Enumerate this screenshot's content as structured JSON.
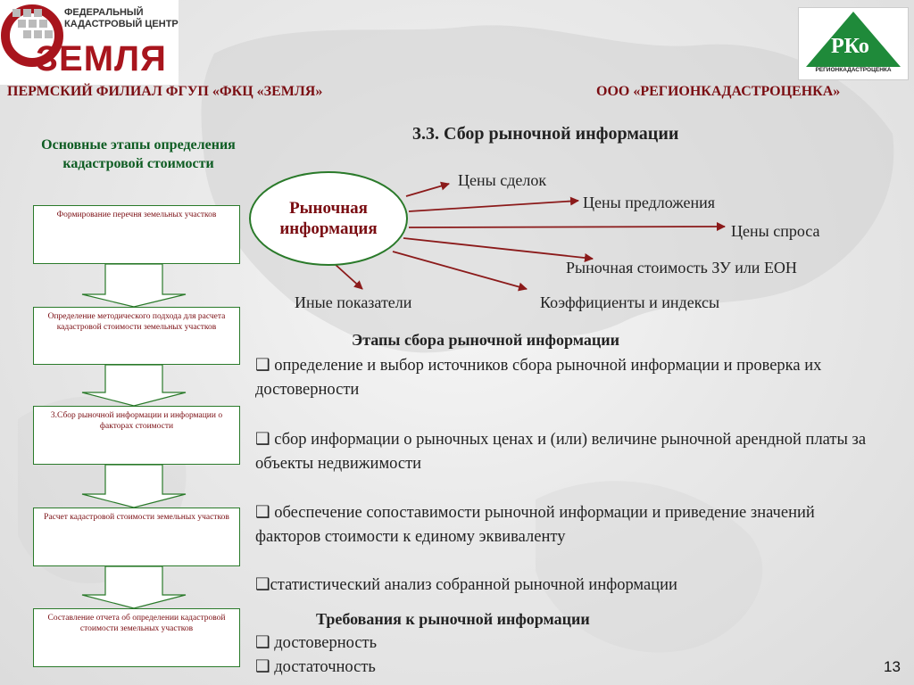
{
  "header": {
    "left": "ПЕРМСКИЙ ФИЛИАЛ ФГУП «ФКЦ «ЗЕМЛЯ»",
    "right": "ООО «РЕГИОНКАДАСТРОЦЕНКА»"
  },
  "logo_left": {
    "line1": "ФЕДЕРАЛЬНЫЙ",
    "line2": "КАДАСТРОВЫЙ ЦЕНТР",
    "line3": "ЗЕМЛЯ"
  },
  "logo_right": {
    "letters": "РКо",
    "caption": "РЕГИОНКАДАСТРОЦЕНКА"
  },
  "sidebar": {
    "title": "Основные этапы определения кадастровой стоимости",
    "steps": [
      "Формирование перечня земельных участков",
      "Определение методического подхода для расчета кадастровой стоимости земельных участков",
      "3.Сбор рыночной информации и информации о факторах стоимости",
      "Расчет кадастровой стоимости земельных участков",
      "Составление отчета об определении кадастровой стоимости земельных участков"
    ]
  },
  "main": {
    "title": "3.3. Сбор рыночной информации",
    "center": "Рыночная информация",
    "targets": [
      "Цены сделок",
      "Цены предложения",
      "Цены спроса",
      "Рыночная стоимость ЗУ или ЕОН",
      "Коэффициенты и индексы",
      "Иные показатели"
    ],
    "stages_title": "Этапы сбора рыночной информации",
    "stages": [
      "❑ определение и выбор источников сбора рыночной информации и проверка их достоверности",
      "❑ сбор информации о рыночных ценах и (или) величине рыночной арендной платы за объекты недвижимости",
      "❑ обеспечение сопоставимости рыночной информации и приведение значений факторов стоимости к единому эквиваленту",
      "❑статистический анализ собранной рыночной информации"
    ],
    "req_title": "Требования к рыночной информации",
    "reqs": [
      "❑ достоверность",
      "❑ достаточность"
    ]
  },
  "page_number": "13",
  "colors": {
    "accent_red": "#7a0d12",
    "green": "#2a7a2a",
    "arrow": "#8b1a1a"
  }
}
